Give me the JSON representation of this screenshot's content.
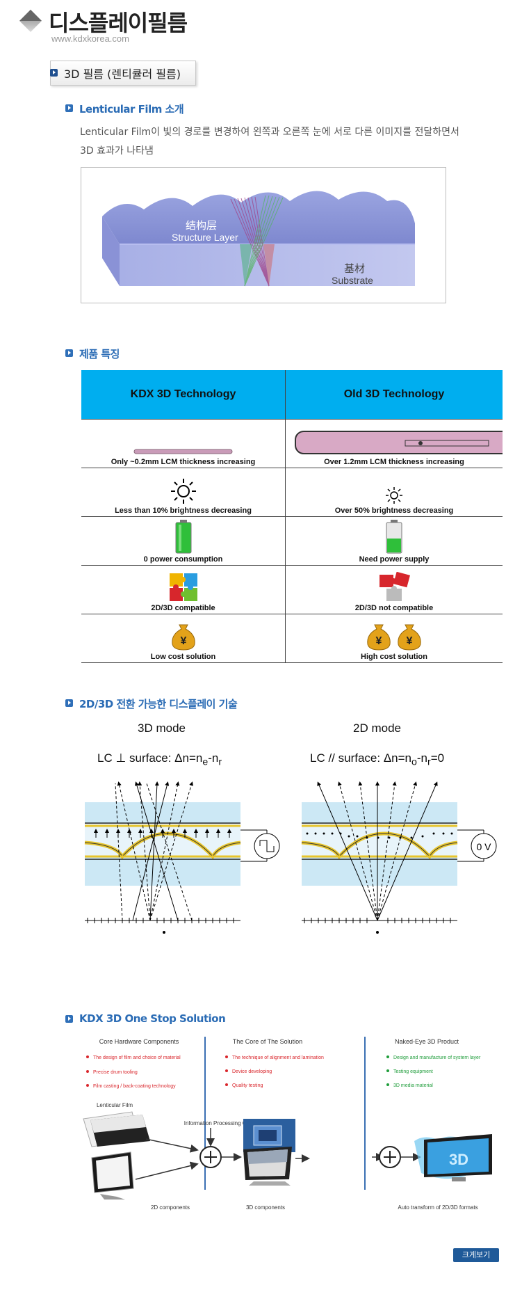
{
  "header": {
    "title": "디스플레이필름",
    "site_url": "www.kdxkorea.com",
    "tab_label": "3D 필름 (렌티큘러 필름)"
  },
  "lenticular": {
    "section_title": "Lenticular Film 소개",
    "intro_line1": "Lenticular Film이 빛의 경로를 변경하여 왼쪽과 오른쪽 눈에 서로 다른 이미지를 전달하면서",
    "intro_line2": "3D 효과가 나타냄",
    "diagram": {
      "structure_cn": "结构层",
      "structure_en": "Structure Layer",
      "substrate_cn": "基材",
      "substrate_en": "Substrate"
    }
  },
  "features": {
    "section_title": "제품 특징",
    "headers": [
      "KDX 3D Technology",
      "Old 3D Technology"
    ],
    "rows": [
      {
        "kdx": "Only ~0.2mm LCM thickness increasing",
        "old": "Over 1.2mm LCM thickness increasing",
        "icon": "film-thickness-icon"
      },
      {
        "kdx": "Less than 10% brightness decreasing",
        "old": "Over 50% brightness decreasing",
        "icon": "sun-icon"
      },
      {
        "kdx": "0 power consumption",
        "old": "Need power supply",
        "icon": "battery-icon"
      },
      {
        "kdx": "2D/3D compatible",
        "old": "2D/3D not compatible",
        "icon": "puzzle-icon"
      },
      {
        "kdx": "Low cost solution",
        "old": "High cost solution",
        "icon": "money-bag-icon"
      }
    ],
    "yen_symbol": "¥"
  },
  "switchable": {
    "section_title": "2D/3D 전환 가능한 디스플레이 기술",
    "mode_3d": "3D mode",
    "mode_2d": "2D mode",
    "lc_3d_prefix": "LC ⊥ surface: Δn=n",
    "lc_3d_sub1": "e",
    "lc_3d_mid": "-n",
    "lc_3d_sub2": "r",
    "lc_2d_prefix": "LC // surface: Δn=n",
    "lc_2d_sub1": "o",
    "lc_2d_mid": "-n",
    "lc_2d_sub2": "r",
    "lc_2d_suffix": "=0",
    "voltage_2d": "0 V"
  },
  "onestop": {
    "section_title": "KDX 3D One Stop Solution",
    "col1_title": "Core Hardware Components",
    "col1_items": [
      "The design of film and choice of material",
      "Precise drum tooling",
      "Film casting / back-coating technology"
    ],
    "col2_title": "The Core of The Solution",
    "col2_items": [
      "The technique of alignment and lamination",
      "Device developing",
      "Quality testing"
    ],
    "col3_title": "Naked-Eye 3D Product",
    "col3_items": [
      "Design and manufacture of  system layer",
      "Testing equipment",
      "3D media material"
    ],
    "lenticular_film_label": "Lenticular Film",
    "chip_label": "Information Processing Chip",
    "components_2d": "2D components",
    "components_3d": "3D components",
    "auto_transform": "Auto transform of 2D/3D formats",
    "tv_badge": "3D"
  },
  "zoom_button": "크게보기",
  "colors": {
    "accent_blue": "#2b6cb5",
    "table_header": "#00aeef",
    "col1_bullet": "#d9262c",
    "col3_bullet": "#1f9d3b"
  }
}
